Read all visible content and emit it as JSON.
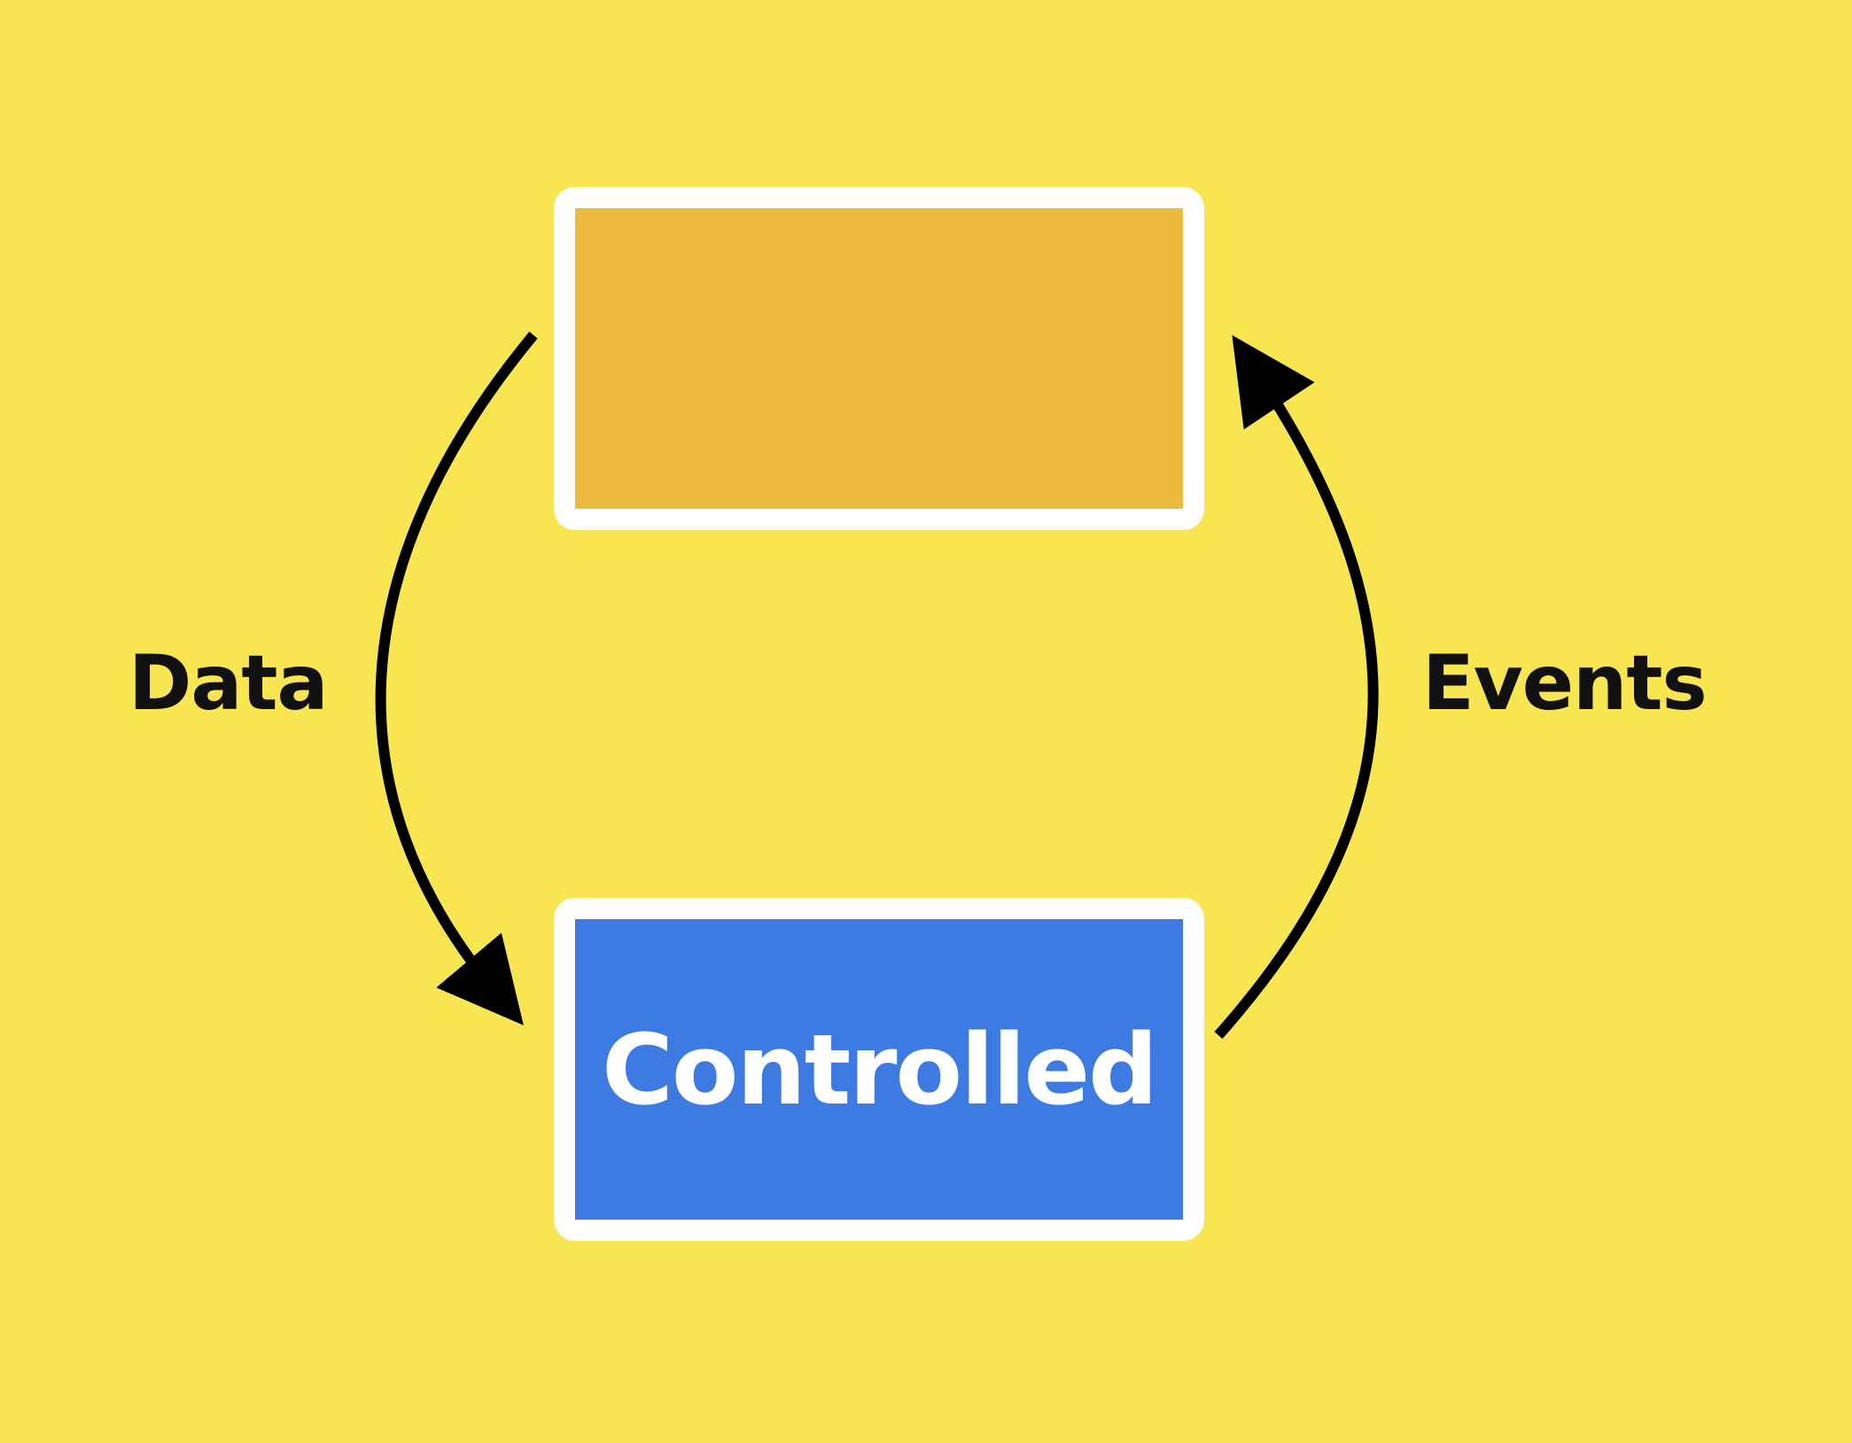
{
  "diagram": {
    "background_color": "#f7e552",
    "nodes": [
      {
        "id": "parent",
        "label": "",
        "fill_color": "#edba40",
        "border_color": "#ffffff"
      },
      {
        "id": "controlled",
        "label": "Controlled",
        "fill_color": "#3d7be3",
        "border_color": "#ffffff"
      }
    ],
    "edges": [
      {
        "from": "parent",
        "to": "controlled",
        "label": "Data",
        "color": "#000000"
      },
      {
        "from": "controlled",
        "to": "parent",
        "label": "Events",
        "color": "#000000"
      }
    ]
  }
}
